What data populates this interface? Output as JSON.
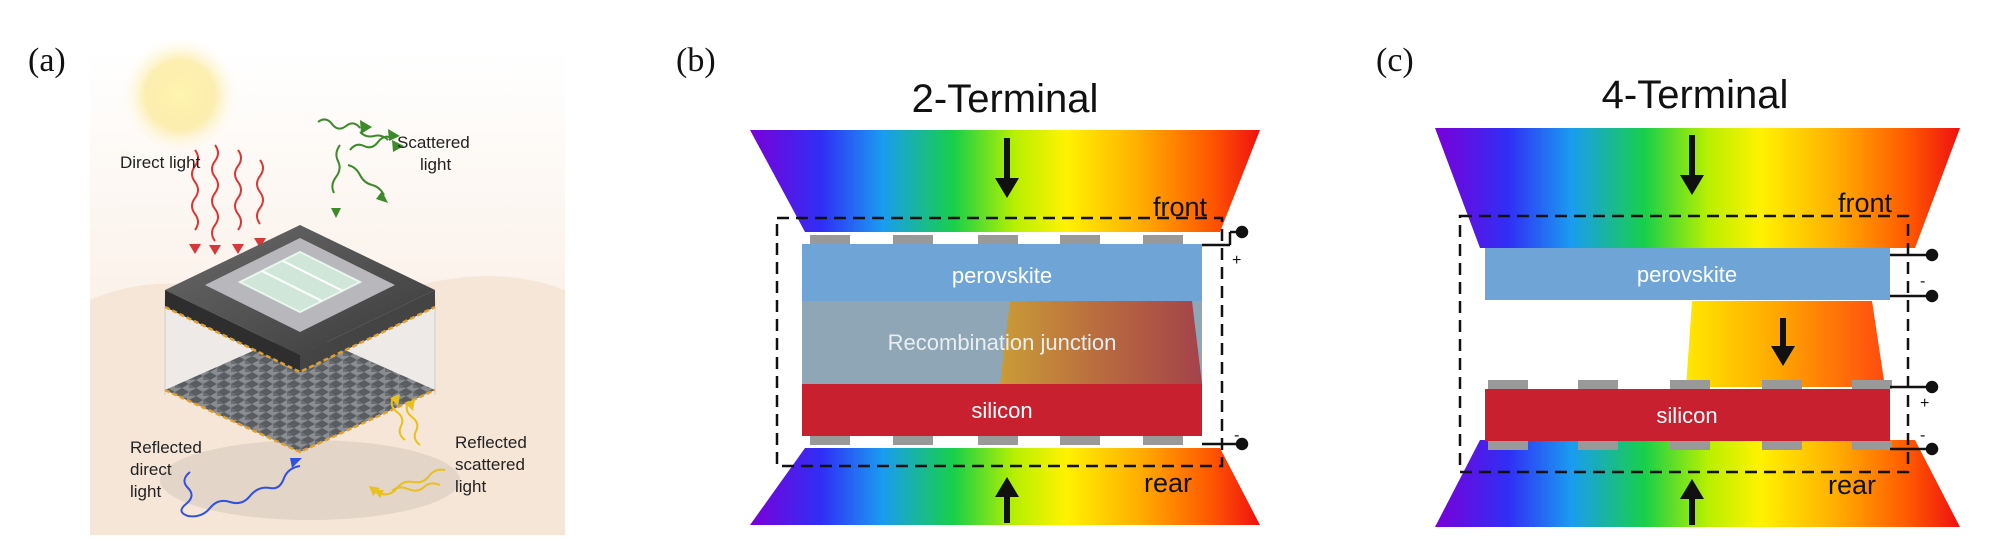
{
  "panel_a": {
    "label": "(a)",
    "direct_light": "Direct light",
    "scattered_light": [
      "Scattered",
      "light"
    ],
    "reflected_direct": [
      "Reflected",
      "direct",
      "light"
    ],
    "reflected_scattered": [
      "Reflected",
      "scattered",
      "light"
    ]
  },
  "panel_b": {
    "label": "(b)",
    "title": "2-Terminal",
    "front": "front",
    "rear": "rear",
    "perovskite": "perovskite",
    "junction": "Recombination junction",
    "silicon": "silicon",
    "plus": "+",
    "minus": "-"
  },
  "panel_c": {
    "label": "(c)",
    "title": "4-Terminal",
    "front": "front",
    "rear": "rear",
    "perovskite": "perovskite",
    "silicon": "silicon",
    "plus": "+",
    "minus": "-"
  },
  "colors": {
    "perovskite": "#6fa5d6",
    "silicon": "#c8202e",
    "junction": "#8ea6b6",
    "contact": "#9a9a9a"
  }
}
